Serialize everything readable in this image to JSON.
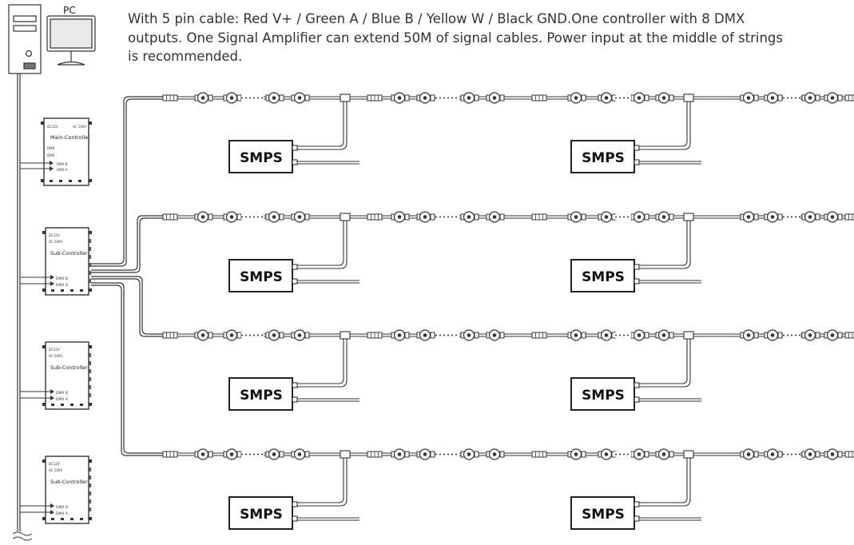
{
  "description": "With 5 pin cable: Red V+ / Green A / Blue B / Yellow W / Black GND.One controller with 8 DMX outputs. One Signal Amplifier can extend 50M of signal cables. Power input at the middle of strings is recommended.",
  "pc_label": "PC",
  "main_controller": {
    "title": "Main-Controller",
    "port_top_left": "DC12V",
    "port_top_right": "AC 100V",
    "labels": [
      "DMX",
      "DMX",
      "DMX B",
      "DMX A"
    ]
  },
  "sub_controllers": [
    {
      "title": "Sub-Controller",
      "port_top": "DC12V",
      "port_2": "AC 100V",
      "dmx_b": "DMX B",
      "dmx_a": "DMX A"
    },
    {
      "title": "Sub-Controller",
      "port_top": "DC12V",
      "port_2": "AC 100V",
      "dmx_b": "DMX B",
      "dmx_a": "DMX A"
    },
    {
      "title": "Sub-Controller",
      "port_top": "DC12V",
      "port_2": "AC 100V",
      "dmx_b": "DMX B",
      "dmx_a": "DMX A"
    }
  ],
  "power_supply_label": "SMPS",
  "strings_count": 4
}
